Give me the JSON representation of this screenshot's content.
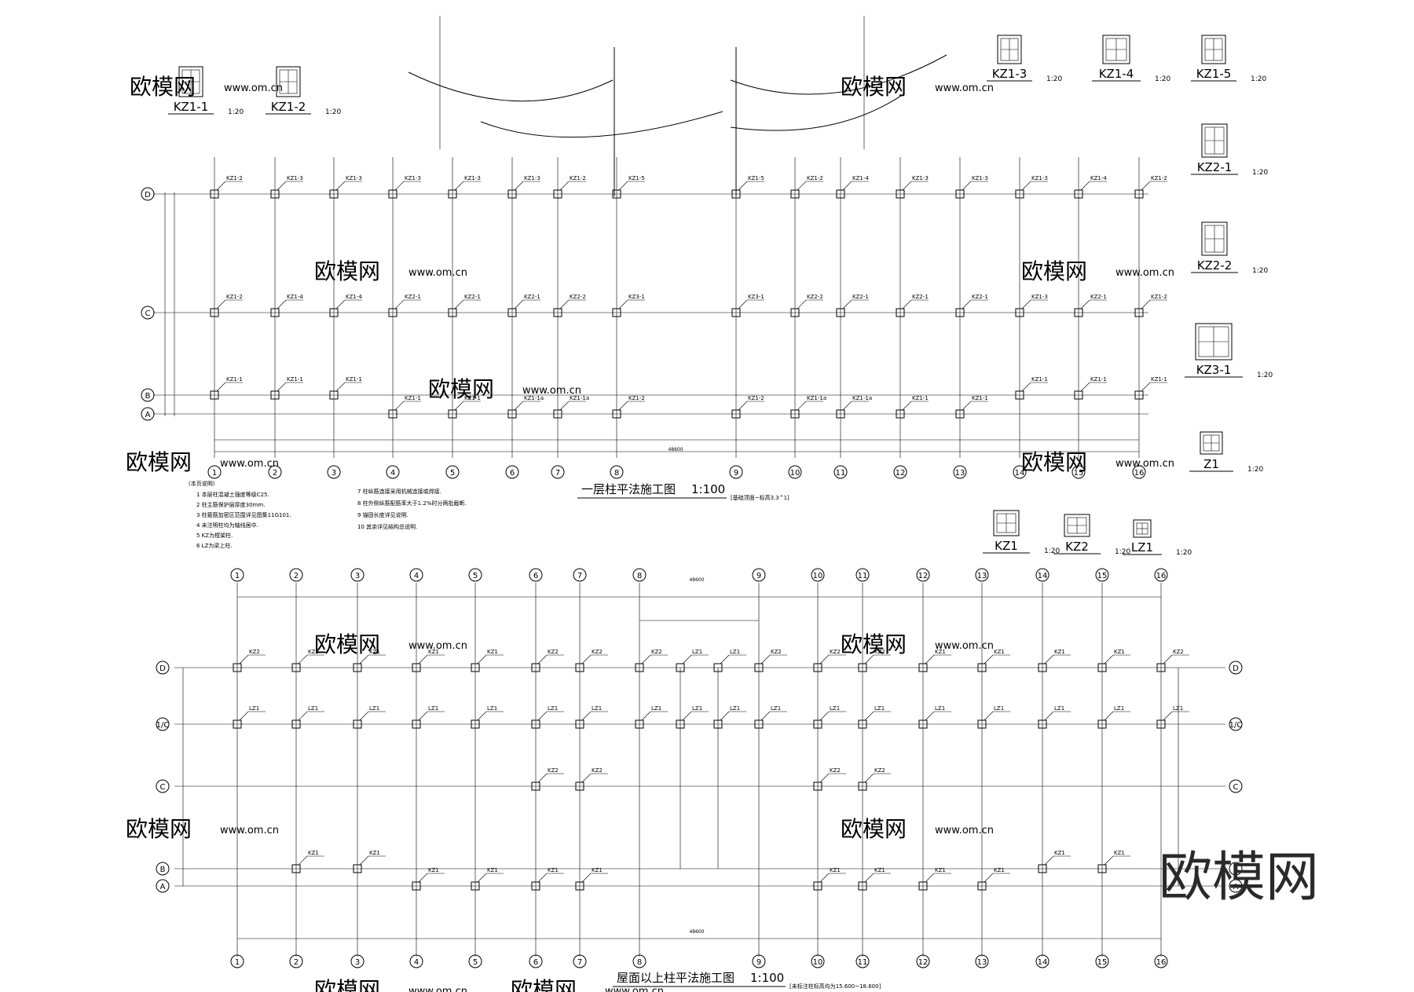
{
  "watermarks": {
    "brand": "欧模网",
    "site": "www.om.cn"
  },
  "plan1": {
    "title": "一层柱平法施工图",
    "scale": "1:100",
    "subtitle": "[基础顶面~标高3.3^1]",
    "axes_x": [
      "1",
      "2",
      "3",
      "4",
      "5",
      "6",
      "7",
      "8",
      "9",
      "10",
      "11",
      "12",
      "13",
      "14",
      "15",
      "16"
    ],
    "axes_y": [
      "D",
      "C",
      "B",
      "A"
    ],
    "columns_row_D": [
      "KZ1-2",
      "KZ1-3",
      "KZ1-3",
      "KZ1-3",
      "KZ1-3",
      "KZ1-3",
      "KZ1-2",
      "KZ1-5",
      "KZ1-5",
      "KZ1-2",
      "KZ1-4",
      "KZ1-3",
      "KZ1-3",
      "KZ1-3",
      "KZ1-4",
      "KZ1-2"
    ],
    "columns_row_C": [
      "KZ1-2",
      "KZ1-4",
      "KZ1-4",
      "KZ2-1",
      "KZ2-1",
      "KZ2-1",
      "KZ2-2",
      "KZ3-1",
      "KZ3-1",
      "KZ2-2",
      "KZ2-1",
      "KZ2-1",
      "KZ2-1",
      "KZ1-3",
      "KZ2-1",
      "KZ1-2"
    ],
    "columns_row_B": [
      "KZ1-1",
      "KZ1-1",
      "KZ1-1",
      "",
      "",
      "",
      "",
      "",
      "",
      "",
      "",
      "",
      "",
      "KZ1-1",
      "KZ1-1",
      "KZ1-1"
    ],
    "columns_row_A": [
      "",
      "",
      "",
      "KZ1-1",
      "KZ1-1",
      "KZ1-1a",
      "KZ1-1a",
      "KZ1-2",
      "KZ1-2",
      "KZ1-1a",
      "KZ1-1a",
      "KZ1-1",
      "KZ1-1",
      "",
      "",
      ""
    ],
    "dim_top": "Z1",
    "dim_total": "48600",
    "notes_title": "(本页说明)",
    "notes": [
      "1 本层柱混凝土强度等级C25.",
      "2 柱主筋保护层厚度30mm.",
      "3 柱箍筋加密区范围详见图集11G101.",
      "4 未注明柱均为轴线居中.",
      "5 KZ为框架柱.",
      "6 LZ为梁上柱."
    ],
    "notes_right": [
      "7 柱纵筋连接采用机械连接或焊接.",
      "8 柱外侧纵筋配筋率大于1.2%时分两批截断.",
      "9 锚固长度详见说明.",
      "10 其余详见结构总说明."
    ]
  },
  "plan2": {
    "title": "屋面以上柱平法施工图",
    "scale": "1:100",
    "subtitle": "[未标注柱标高均为15.600~18.600]",
    "axes_x": [
      "1",
      "2",
      "3",
      "4",
      "5",
      "6",
      "7",
      "8",
      "9",
      "10",
      "11",
      "12",
      "13",
      "14",
      "15",
      "16"
    ],
    "axes_y": [
      "D",
      "1/C",
      "C",
      "B",
      "A"
    ],
    "columns_row_D": [
      "KZ2",
      "KZ2",
      "KZ1",
      "KZ1",
      "KZ1",
      "KZ2",
      "KZ2",
      "KZ2",
      "LZ1",
      "LZ1",
      "KZ2",
      "KZ2",
      "KZ2",
      "KZ1",
      "KZ1",
      "KZ1",
      "KZ1",
      "KZ2",
      "KZ2"
    ],
    "columns_row_1C": [
      "LZ1",
      "LZ1",
      "LZ1",
      "LZ1",
      "LZ1",
      "LZ1",
      "LZ1",
      "LZ1",
      "LZ1",
      "LZ1",
      "LZ1",
      "LZ1",
      "LZ1",
      "LZ1",
      "LZ1",
      "LZ1",
      "LZ1",
      "LZ1",
      "LZ1"
    ],
    "columns_row_C": [
      "KZ2",
      "KZ2",
      "KZ2",
      "KZ2"
    ],
    "columns_row_B": [
      "KZ1",
      "KZ1",
      "KZ1",
      "KZ1"
    ],
    "columns_row_A": [
      "KZ1",
      "KZ1",
      "KZ1",
      "KZ1",
      "KZ1",
      "KZ1",
      "KZ1",
      "KZ1",
      "KZ1",
      "KZ1"
    ],
    "dim_total": "48600"
  },
  "sections": {
    "KZ1-1": {
      "label": "KZ1-1",
      "scale": "1:20"
    },
    "KZ1-2": {
      "label": "KZ1-2",
      "scale": "1:20"
    },
    "KZ1-3": {
      "label": "KZ1-3",
      "scale": "1:20"
    },
    "KZ1-4": {
      "label": "KZ1-4",
      "scale": "1:20"
    },
    "KZ1-5": {
      "label": "KZ1-5",
      "scale": "1:20"
    },
    "KZ2-1": {
      "label": "KZ2-1",
      "scale": "1:20"
    },
    "KZ2-2": {
      "label": "KZ2-2",
      "scale": "1:20"
    },
    "KZ3-1": {
      "label": "KZ3-1",
      "scale": "1:20"
    },
    "Z1": {
      "label": "Z1",
      "scale": "1:20"
    },
    "KZ1": {
      "label": "KZ1",
      "scale": "1:20"
    },
    "KZ2": {
      "label": "KZ2",
      "scale": "1:20"
    },
    "LZ1": {
      "label": "LZ1",
      "scale": "1:20"
    }
  }
}
